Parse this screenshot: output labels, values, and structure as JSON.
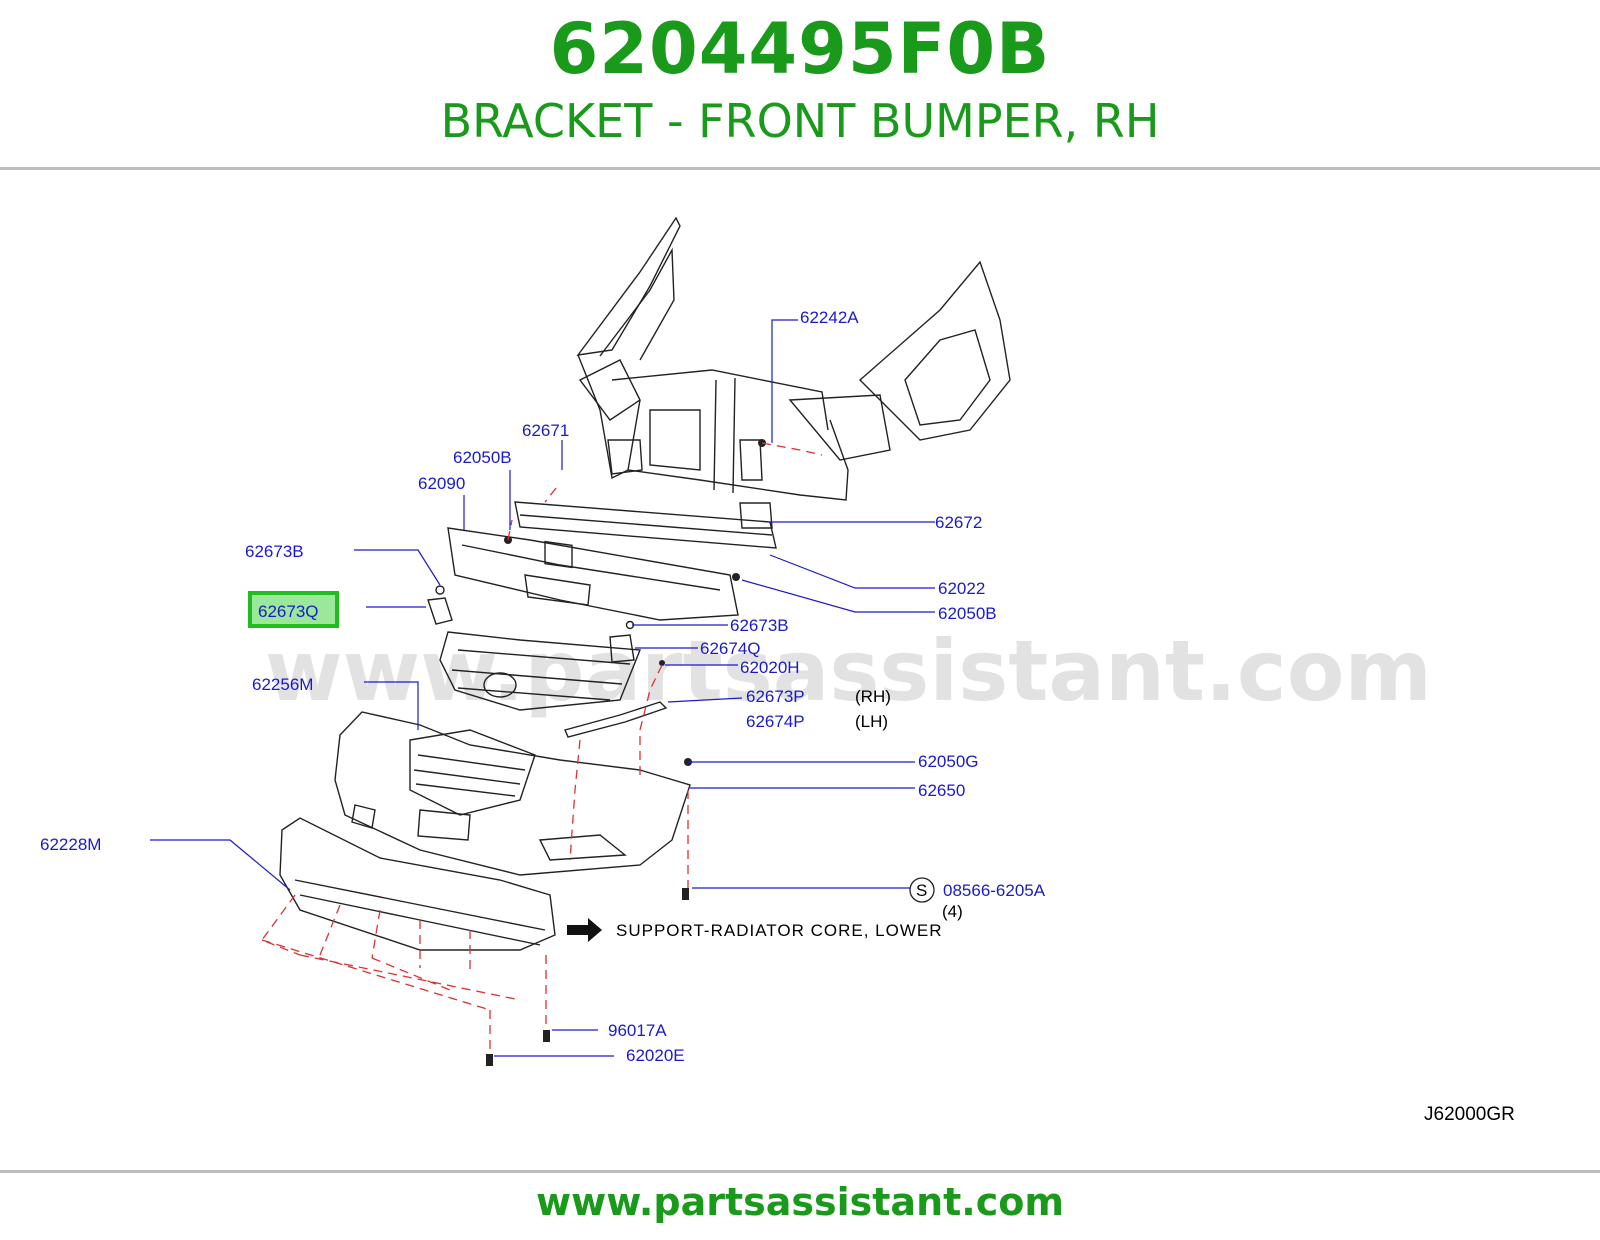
{
  "header": {
    "part_number": "6204495F0B",
    "description": "BRACKET - FRONT BUMPER, RH"
  },
  "footer": {
    "url": "www.partsassistant.com"
  },
  "watermark": "www.partsassistant.com",
  "diagram_code": "J62000GR",
  "colors": {
    "title_green": "#1a9a1a",
    "label_blue": "#1a1acc",
    "highlight_green": "#22bb22",
    "highlight_fill": "#9be89b",
    "leader_red": "#e03030"
  },
  "labels": {
    "l_62242A": "62242A",
    "l_62671": "62671",
    "l_62050B_top": "62050B",
    "l_62090": "62090",
    "l_62672": "62672",
    "l_62673B_left": "62673B",
    "l_62022": "62022",
    "l_62673Q": "62673Q",
    "l_62050B_right": "62050B",
    "l_62673B_right": "62673B",
    "l_62674Q": "62674Q",
    "l_62020H": "62020H",
    "l_62256M": "62256M",
    "l_62673P": "62673P",
    "l_62674P": "62674P",
    "rh": "(RH)",
    "lh": "(LH)",
    "l_62050G": "62050G",
    "l_62650": "62650",
    "l_62228M": "62228M",
    "s_marker": "S",
    "l_08566": "08566-6205A",
    "qty": "(4)",
    "support_note": "SUPPORT-RADIATOR  CORE,  LOWER",
    "l_96017A": "96017A",
    "l_62020E": "62020E"
  }
}
